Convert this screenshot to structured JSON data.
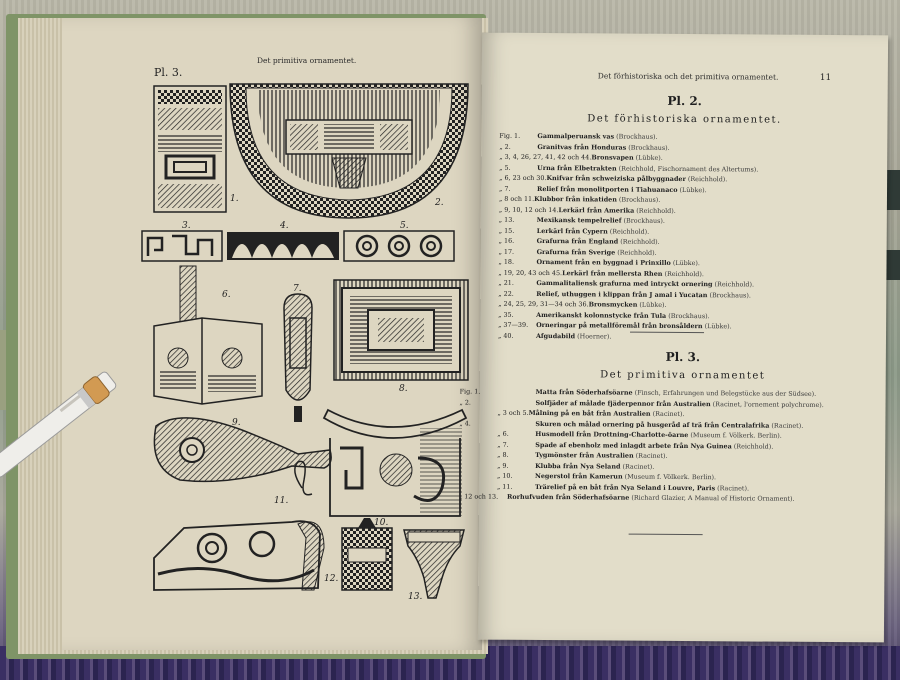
{
  "left_page": {
    "running_head": "Det primitiva ornamentet.",
    "plate_label": "Pl. 3.",
    "figure_numbers": [
      "1.",
      "2.",
      "3.",
      "4.",
      "5.",
      "6.",
      "7.",
      "8.",
      "9.",
      "10.",
      "11.",
      "12.",
      "13."
    ]
  },
  "right_page": {
    "running_head": "Det förhistoriska och det primitiva ornamentet.",
    "page_number": "11",
    "sections": [
      {
        "title": "Pl. 2.",
        "subtitle": "Det förhistoriska ornamentet.",
        "entries": [
          {
            "fig": "Fig. 1.",
            "name": "Gammalperuansk vas",
            "src": "(Brockhaus)."
          },
          {
            "fig": "„ 2.",
            "name": "Granitvas från Honduras",
            "src": "(Brockhaus)."
          },
          {
            "fig": "„ 3, 4, 26, 27, 41, 42 och 44.",
            "name": "Bronsvapen",
            "src": "(Lübke)."
          },
          {
            "fig": "„ 5.",
            "name": "Urna från Elbetrakten",
            "src": "(Reichhold, Fischornament des Altertums)."
          },
          {
            "fig": "„ 6, 23 och 30.",
            "name": "Knifvar från schweiziska pålbyggnader",
            "src": "(Reichhold)."
          },
          {
            "fig": "„ 7.",
            "name": "Relief från monolitporten i Tiahuanaco",
            "src": "(Lübke)."
          },
          {
            "fig": "„ 8 och 11.",
            "name": "Klubbor från inkatiden",
            "src": "(Brockhaus)."
          },
          {
            "fig": "„ 9, 10, 12 och 14.",
            "name": "Lerkärl från Amerika",
            "src": "(Reichhold)."
          },
          {
            "fig": "„ 13.",
            "name": "Mexikansk tempelrelief",
            "src": "(Brockhaus)."
          },
          {
            "fig": "„ 15.",
            "name": "Lerkärl från Cypern",
            "src": "(Reichhold)."
          },
          {
            "fig": "„ 16.",
            "name": "Grafurna från England",
            "src": "(Reichhold)."
          },
          {
            "fig": "„ 17.",
            "name": "Grafurna från Sverige",
            "src": "(Reichhold)."
          },
          {
            "fig": "„ 18.",
            "name": "Ornament från en byggnad i Prinxillo",
            "src": "(Lübke)."
          },
          {
            "fig": "„ 19, 20, 43 och 45.",
            "name": "Lerkärl från mellersta Rhen",
            "src": "(Reichhold)."
          },
          {
            "fig": "„ 21.",
            "name": "Gammalitaliensk grafurna med intryckt ornering",
            "src": "(Reichhold)."
          },
          {
            "fig": "„ 22.",
            "name": "Relief, uthuggen i klippan från J amal i Yucatan",
            "src": "(Brockhaus)."
          },
          {
            "fig": "„ 24, 25, 29, 31—34 och 36.",
            "name": "Bronsmycken",
            "src": "(Lübke)."
          },
          {
            "fig": "„ 35.",
            "name": "Amerikanskt kolonnstycke från Tula",
            "src": "(Brockhaus)."
          },
          {
            "fig": "„ 37—39.",
            "name": "Orneringar på metallföremål från bronsåldern",
            "src": "(Lübke)."
          },
          {
            "fig": "„ 40.",
            "name": "Afgudabild",
            "src": "(Hoerner)."
          }
        ]
      },
      {
        "title": "Pl. 3.",
        "subtitle": "Det primitiva ornamentet",
        "entries": [
          {
            "fig": "Fig. 1.",
            "name": "Matta från Söderhafsöarne",
            "src": "(Finsch, Erfahrungen und Belegstücke aus der Südsee)."
          },
          {
            "fig": "„ 2.",
            "name": "Solfjäder af målade fjäderpennor från Australien",
            "src": "(Racinet, l'ornement polychrome)."
          },
          {
            "fig": "„ 3 och 5.",
            "name": "Målning på en båt från Australien",
            "src": "(Racinet)."
          },
          {
            "fig": "„ 4.",
            "name": "Skuren och målad ornering på husgeråd af trä från Centralafrika",
            "src": "(Racinet)."
          },
          {
            "fig": "„ 6.",
            "name": "Husmodell från Drottning-Charlotte-öarne",
            "src": "(Museum f. Völkerk. Berlin)."
          },
          {
            "fig": "„ 7.",
            "name": "Spade af ebenholz med inlagdt arbete från Nya Guinea",
            "src": "(Reichhold)."
          },
          {
            "fig": "„ 8.",
            "name": "Tygmönster från Australien",
            "src": "(Racinet)."
          },
          {
            "fig": "„ 9.",
            "name": "Klubba från Nya Seland",
            "src": "(Racinet)."
          },
          {
            "fig": "„ 10.",
            "name": "Negerstol från Kamerun",
            "src": "(Museum f. Völkerk. Berlin)."
          },
          {
            "fig": "„ 11.",
            "name": "Trärelief på en båt från Nya Seland i Louvre, Paris",
            "src": "(Racinet)."
          },
          {
            "fig": "„ 12 och 13.",
            "name": "Rorhufvuden från Söderhafsöarne",
            "src": "(Richard Glazier, A Manual of Historic Ornament)."
          }
        ]
      }
    ]
  },
  "colors": {
    "page": "#ddd6c1",
    "ink": "#222222",
    "cover": "#7f9467"
  }
}
